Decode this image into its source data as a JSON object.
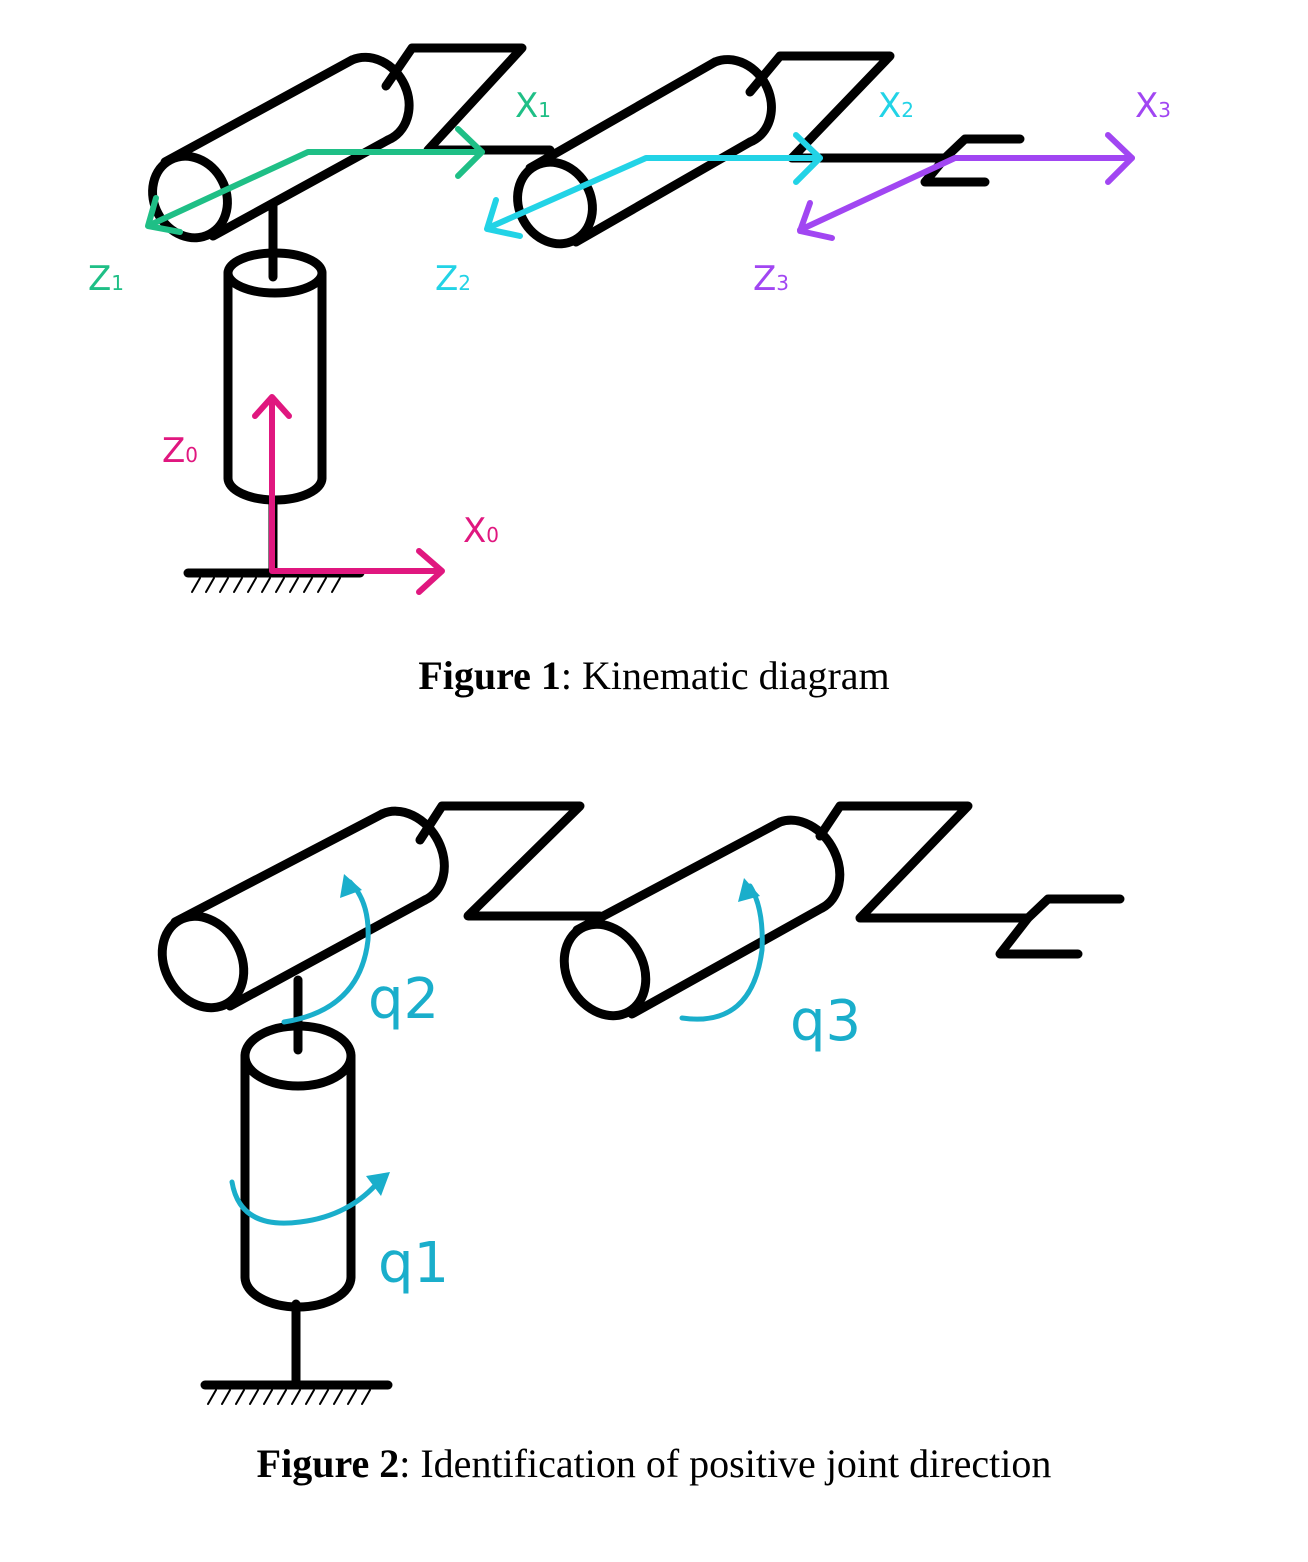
{
  "figure1": {
    "caption_label": "Figure 1",
    "caption_text": ": Kinematic diagram",
    "axes": [
      {
        "name": "X",
        "sub": "1"
      },
      {
        "name": "X",
        "sub": "2"
      },
      {
        "name": "X",
        "sub": "3"
      },
      {
        "name": "Z",
        "sub": "1"
      },
      {
        "name": "Z",
        "sub": "2"
      },
      {
        "name": "Z",
        "sub": "3"
      },
      {
        "name": "Z",
        "sub": "0"
      },
      {
        "name": "X",
        "sub": "0"
      }
    ],
    "colors": {
      "frame0": "#e0177f",
      "frame1": "#1fbf86",
      "frame2": "#22d3e6",
      "frame3": "#a146f2",
      "links": "#000000"
    }
  },
  "figure2": {
    "caption_label": "Figure 2",
    "caption_text": ": Identification of positive joint direction",
    "joints": [
      "q1",
      "q2",
      "q3"
    ],
    "colors": {
      "joint_arrows": "#1aaecb",
      "links": "#000000"
    }
  }
}
